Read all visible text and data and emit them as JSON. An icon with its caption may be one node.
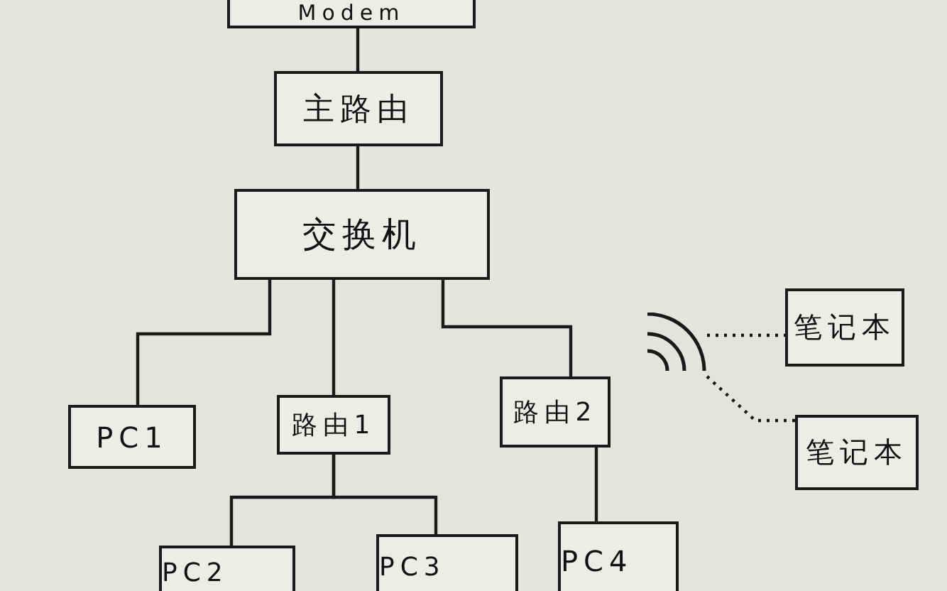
{
  "diagram": {
    "nodes": [
      {
        "text": [
          "Modem"
        ]
      },
      {
        "text": [
          "主路由"
        ]
      },
      {
        "text": [
          "交换机"
        ]
      },
      {
        "text": [
          "PC1"
        ]
      },
      {
        "text": [
          "路由1"
        ]
      },
      {
        "text": [
          "路由2"
        ]
      },
      {
        "text": [],
        "shape": "picture"
      },
      {
        "text": [
          "笔记本"
        ]
      },
      {
        "text": [
          "笔记本"
        ]
      },
      {
        "text": [
          "PC2"
        ]
      },
      {
        "text": [
          "PC3"
        ]
      },
      {
        "text": [
          "PC4"
        ]
      }
    ],
    "edges": [
      {
        "from": 0,
        "to": 1,
        "arrow": "none"
      },
      {
        "from": 1,
        "to": 2,
        "arrow": "none"
      },
      {
        "from": 2,
        "to": 3,
        "arrow": "none"
      },
      {
        "from": 2,
        "to": 4,
        "arrow": "none"
      },
      {
        "from": 2,
        "to": 5,
        "arrow": "none"
      },
      {
        "from": 4,
        "to": 9,
        "arrow": "none"
      },
      {
        "from": 4,
        "to": 10,
        "arrow": "none"
      },
      {
        "from": 5,
        "to": 11,
        "arrow": "none"
      },
      {
        "from": 6,
        "to": 7,
        "arrow": "none",
        "style": "dashed"
      },
      {
        "from": 6,
        "to": 8,
        "arrow": "none",
        "style": "dashed"
      }
    ]
  }
}
